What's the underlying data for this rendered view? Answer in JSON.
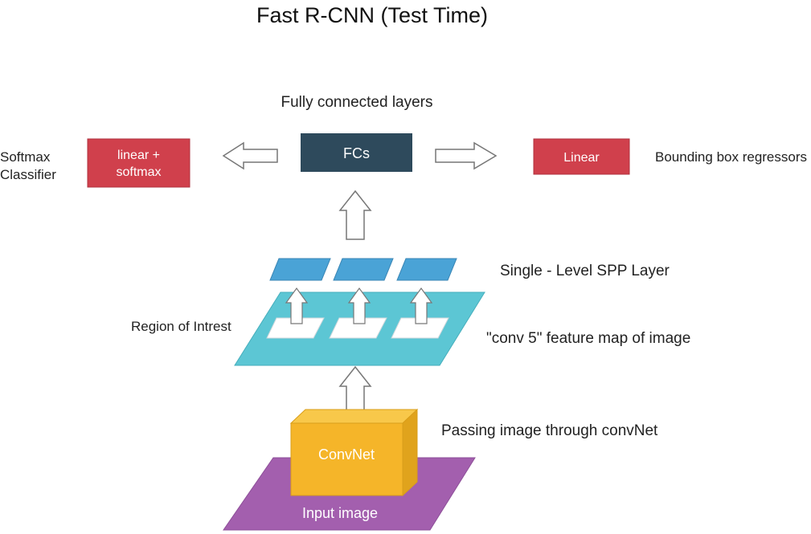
{
  "title": "Fast R-CNN (Test Time)",
  "fc_caption": "Fully connected layers",
  "fc_box_label": "FCs",
  "classifier": {
    "box_line1": "linear +",
    "box_line2": "softmax",
    "caption_line1": "Softmax",
    "caption_line2": "Classifier"
  },
  "regressor": {
    "box_label": "Linear",
    "caption": "Bounding box regressors"
  },
  "spp_caption": "Single - Level SPP Layer",
  "roi_caption": "Region of Intrest",
  "feature_map_caption": "\"conv 5\" feature map of image",
  "convnet_caption": "Passing image through convNet",
  "convnet_label": "ConvNet",
  "input_label": "Input image",
  "colors": {
    "fc_box": "#2e4a5c",
    "red_box": "#d0404c",
    "spp_cell": "#4aa3d6",
    "feature_map": "#5cc6d4",
    "convnet_front": "#f5b529",
    "convnet_top": "#f8c84a",
    "convnet_side": "#e0a31c",
    "input_plane": "#a35fae"
  }
}
